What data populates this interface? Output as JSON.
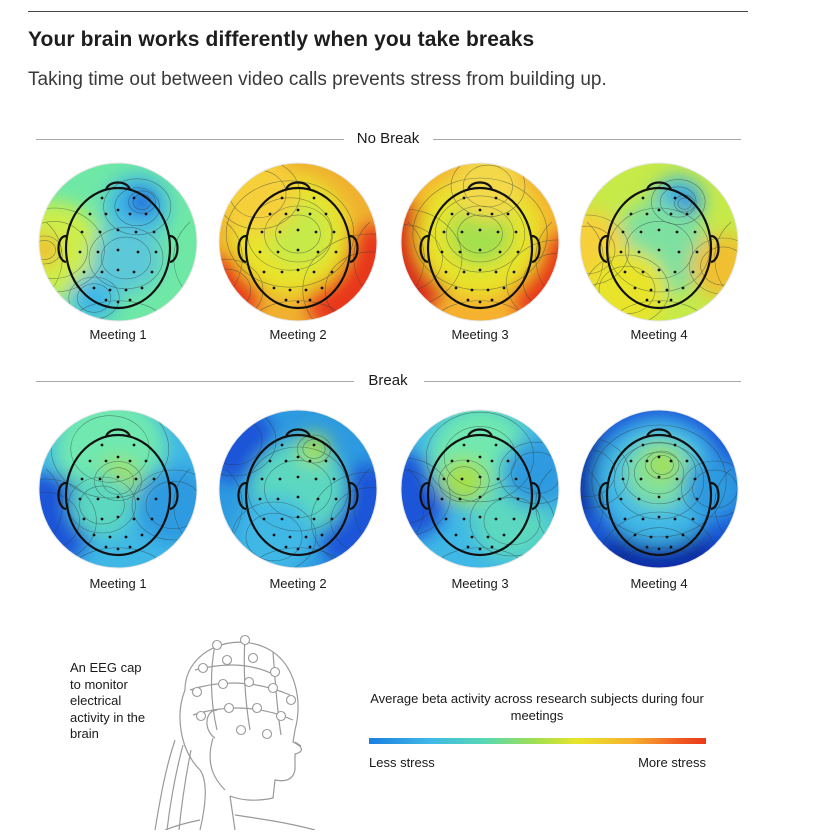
{
  "title": "Your brain works differently when you take breaks",
  "subtitle": "Taking time out between video calls prevents stress from building up.",
  "sections": [
    {
      "label": "No Break",
      "maps": [
        {
          "caption": "Meeting 1",
          "base": "#6fe8a6",
          "blobs": [
            [
              "#cdee4a",
              0.1,
              0.55,
              0.3
            ],
            [
              "#3fb8e6",
              0.62,
              0.28,
              0.2
            ],
            [
              "#1a55d8",
              0.65,
              0.25,
              0.08
            ],
            [
              "#f0c030",
              0.04,
              0.55,
              0.1
            ],
            [
              "#3fb8e6",
              0.35,
              0.85,
              0.15
            ],
            [
              "#5cc8d8",
              0.55,
              0.6,
              0.22
            ]
          ]
        },
        {
          "caption": "Meeting 2",
          "base": "#f0b030",
          "blobs": [
            [
              "#e8391b",
              0.95,
              0.8,
              0.4
            ],
            [
              "#e8391b",
              0.05,
              0.8,
              0.22
            ],
            [
              "#e8e42a",
              0.45,
              0.45,
              0.38
            ],
            [
              "#c6ea48",
              0.5,
              0.45,
              0.2
            ],
            [
              "#f6d03a",
              0.25,
              0.2,
              0.25
            ]
          ]
        },
        {
          "caption": "Meeting 3",
          "base": "#f6b130",
          "blobs": [
            [
              "#d9281a",
              0.02,
              0.6,
              0.35
            ],
            [
              "#e8391b",
              0.98,
              0.75,
              0.3
            ],
            [
              "#e8e42a",
              0.5,
              0.45,
              0.4
            ],
            [
              "#a4e04d",
              0.5,
              0.45,
              0.2
            ],
            [
              "#f3d94a",
              0.55,
              0.15,
              0.22
            ]
          ]
        },
        {
          "caption": "Meeting 4",
          "base": "#c6ea48",
          "blobs": [
            [
              "#3fb8e6",
              0.62,
              0.25,
              0.16
            ],
            [
              "#1a55d8",
              0.66,
              0.26,
              0.06
            ],
            [
              "#7ee0a0",
              0.5,
              0.55,
              0.3
            ],
            [
              "#f6d03a",
              0.05,
              0.55,
              0.25
            ],
            [
              "#f0c030",
              0.9,
              0.65,
              0.2
            ],
            [
              "#e8e42a",
              0.3,
              0.8,
              0.25
            ]
          ]
        }
      ]
    },
    {
      "label": "Break",
      "maps": [
        {
          "caption": "Meeting 1",
          "base": "#3fb8e6",
          "blobs": [
            [
              "#6fe8b0",
              0.45,
              0.25,
              0.35
            ],
            [
              "#a4e04d",
              0.5,
              0.45,
              0.14
            ],
            [
              "#1a55d8",
              0.05,
              0.7,
              0.3
            ],
            [
              "#2d9ae0",
              0.85,
              0.6,
              0.25
            ],
            [
              "#5cd8c0",
              0.4,
              0.6,
              0.2
            ]
          ]
        },
        {
          "caption": "Meeting 2",
          "base": "#2d9ae0",
          "blobs": [
            [
              "#1a55d8",
              0.95,
              0.7,
              0.35
            ],
            [
              "#1a55d8",
              0.1,
              0.2,
              0.25
            ],
            [
              "#5cd8c0",
              0.5,
              0.5,
              0.3
            ],
            [
              "#a4e04d",
              0.6,
              0.25,
              0.1
            ],
            [
              "#3fb8e6",
              0.35,
              0.8,
              0.25
            ]
          ]
        },
        {
          "caption": "Meeting 3",
          "base": "#3fb8e6",
          "blobs": [
            [
              "#1a55d8",
              0.02,
              0.55,
              0.28
            ],
            [
              "#6fe8b0",
              0.5,
              0.3,
              0.32
            ],
            [
              "#a4e04d",
              0.4,
              0.45,
              0.15
            ],
            [
              "#5cd8c0",
              0.7,
              0.7,
              0.25
            ],
            [
              "#2d9ae0",
              0.85,
              0.4,
              0.22
            ]
          ]
        },
        {
          "caption": "Meeting 4",
          "base": "#1a55d8",
          "blobs": [
            [
              "#0b2fa8",
              0.5,
              0.95,
              0.35
            ],
            [
              "#0b2fa8",
              0.05,
              0.4,
              0.25
            ],
            [
              "#3fb8e6",
              0.5,
              0.45,
              0.4
            ],
            [
              "#7ee0a0",
              0.5,
              0.4,
              0.22
            ],
            [
              "#a4e04d",
              0.52,
              0.35,
              0.1
            ],
            [
              "#2d9ae0",
              0.85,
              0.5,
              0.2
            ]
          ]
        }
      ]
    }
  ],
  "eeg_caption": "An EEG cap to monitor electrical activity in the brain",
  "legend": {
    "title": "Average beta activity across research subjects during four meetings",
    "low_label": "Less stress",
    "high_label": "More stress"
  },
  "icons": {
    "illustration": "eeg-cap-illustration-icon"
  }
}
